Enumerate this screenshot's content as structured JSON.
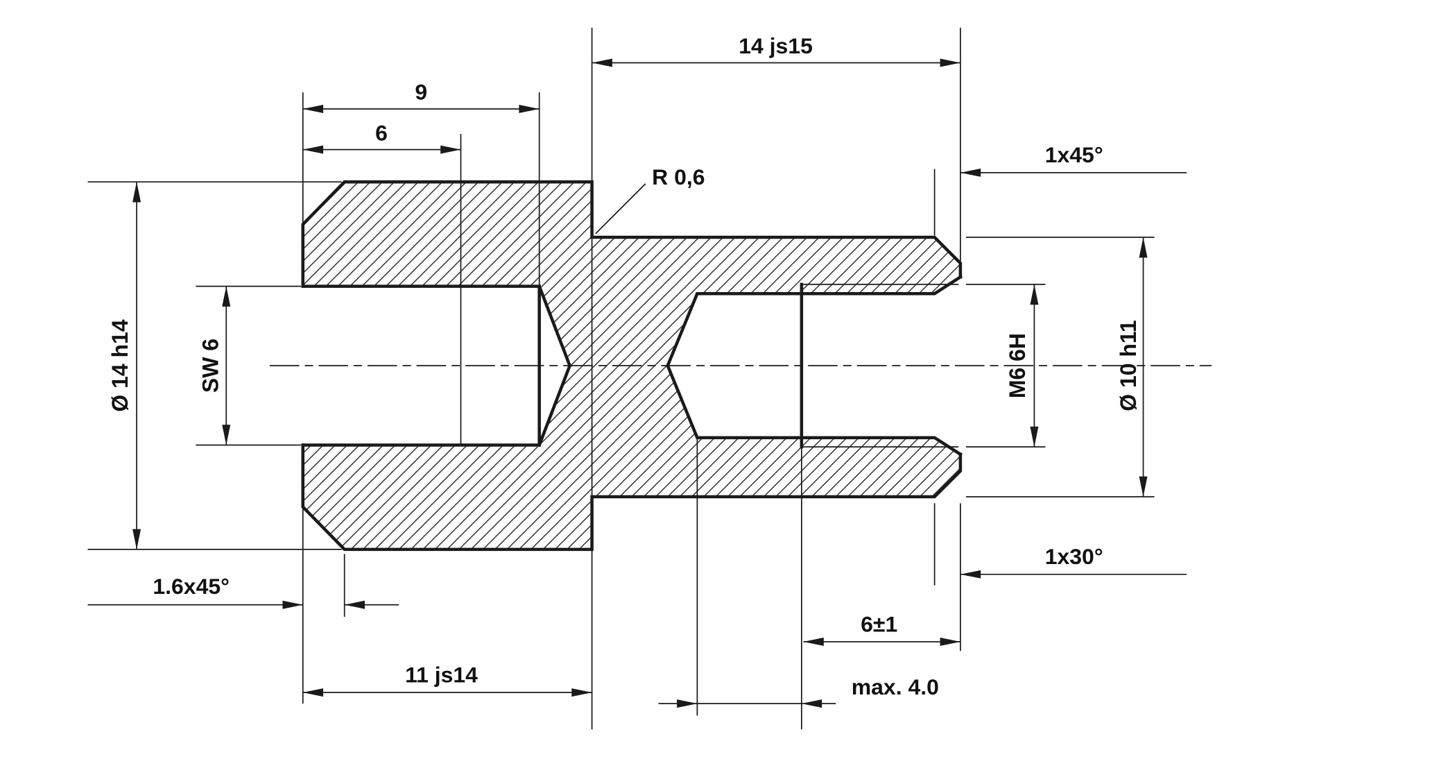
{
  "drawing": {
    "background": "#ffffff",
    "line_color": "#1a1a1a"
  },
  "labels": {
    "length_right_section": "14 js15",
    "socket_depth_total": "9",
    "hex_depth": "6",
    "inner_radius": "R 0,6",
    "chamfer_right_outer": "1x45°",
    "outer_diameter_left": "Ø 14 h14",
    "hex_socket_width": "SW 6",
    "thread_spec": "M6 6H",
    "outer_diameter_right": "Ø 10 h11",
    "chamfer_left": "1.6x45°",
    "thread_chamfer": "1x30°",
    "thread_depth": "6±1",
    "length_left_section": "11 js14",
    "drill_depth": "max. 4.0"
  }
}
